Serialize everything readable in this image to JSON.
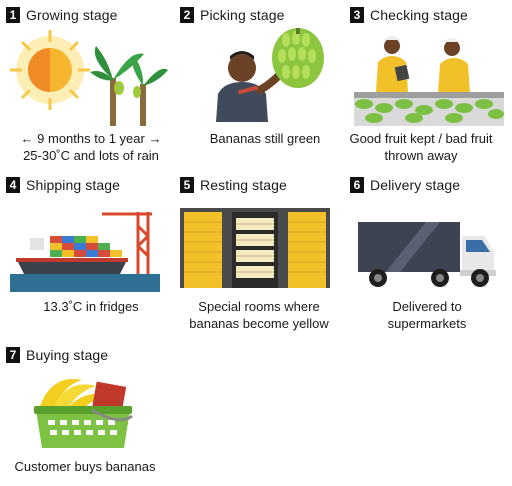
{
  "stages": [
    {
      "number": "1",
      "title": "Growing stage",
      "caption_lines": [
        "← 9 months to 1 year →",
        "25-30˚C and lots of rain"
      ],
      "icon": "sun-and-banana-trees"
    },
    {
      "number": "2",
      "title": "Picking stage",
      "caption_lines": [
        "Bananas still green"
      ],
      "icon": "farmer-holding-bananas"
    },
    {
      "number": "3",
      "title": "Checking stage",
      "caption_lines": [
        "Good fruit kept / bad fruit",
        "thrown away"
      ],
      "icon": "workers-sorting-bananas"
    },
    {
      "number": "4",
      "title": "Shipping stage",
      "caption_lines": [
        "13.3˚C in fridges"
      ],
      "icon": "container-ship"
    },
    {
      "number": "5",
      "title": "Resting stage",
      "caption_lines": [
        "Special rooms where",
        "bananas become yellow"
      ],
      "icon": "ripening-room"
    },
    {
      "number": "6",
      "title": "Delivery stage",
      "caption_lines": [
        "Delivered to",
        "supermarkets"
      ],
      "icon": "delivery-truck"
    },
    {
      "number": "7",
      "title": "Buying stage",
      "caption_lines": [
        "Customer buys bananas"
      ],
      "icon": "shopping-basket"
    }
  ],
  "colors": {
    "sun": "#f5b52e",
    "leaf": "#2f8f3a",
    "banana_green": "#9ccc3d",
    "banana_yellow": "#f2cf1e",
    "door": "#f2c12a",
    "sea": "#2f6f94"
  }
}
